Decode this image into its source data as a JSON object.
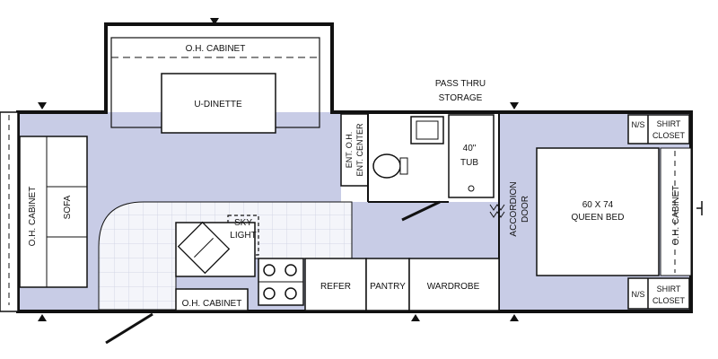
{
  "labels": {
    "oh_cabinet_top": "O.H. CABINET",
    "u_dinette": "U-DINETTE",
    "pass_thru_line1": "PASS THRU",
    "pass_thru_line2": "STORAGE",
    "shirt_closet_top_line1": "SHIRT",
    "shirt_closet_top_line2": "CLOSET",
    "ns_top": "N/S",
    "ent_line1": "ENT. O.H.",
    "ent_line2": "ENT. CENTER",
    "tub_line1": "40\"",
    "tub_line2": "TUB",
    "accordion_line1": "ACCORDION",
    "accordion_line2": "DOOR",
    "bed_line1": "60 X 74",
    "bed_line2": "QUEEN BED",
    "oh_cabinet_right": "O.H. CABINET",
    "sofa": "SOFA",
    "oh_cabinet_left": "O.H. CABINET",
    "sky_line1": "SKY",
    "sky_line2": "LIGHT",
    "refer": "REFER",
    "pantry": "PANTRY",
    "wardrobe": "WARDROBE",
    "oh_cabinet_kitchen": "O.H. CABINET",
    "ns_bottom": "N/S",
    "shirt_closet_bottom_line1": "SHIRT",
    "shirt_closet_bottom_line2": "CLOSET"
  },
  "colors": {
    "floor_fill": "#c8cce6",
    "tile_fill": "#f4f5fa",
    "wall": "#111111"
  }
}
